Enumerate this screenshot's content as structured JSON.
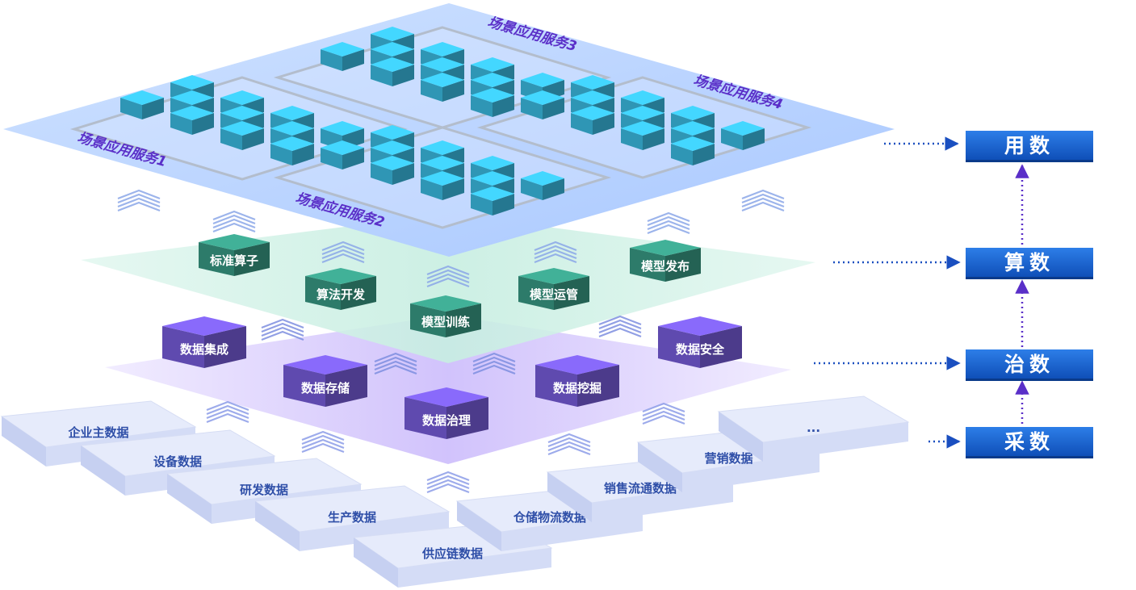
{
  "services": [
    {
      "label": "场景应用服务1"
    },
    {
      "label": "场景应用服务2"
    },
    {
      "label": "场景应用服务3"
    },
    {
      "label": "场景应用服务4"
    }
  ],
  "algorithm_layer": {
    "items": [
      "标准算子",
      "算法开发",
      "模型训练",
      "模型运管",
      "模型发布"
    ]
  },
  "governance_layer": {
    "items": [
      "数据集成",
      "数据存储",
      "数据治理",
      "数据挖掘",
      "数据安全"
    ]
  },
  "sources": {
    "items": [
      "企业主数据",
      "设备数据",
      "研发数据",
      "生产数据",
      "供应链数据",
      "仓储物流数据",
      "销售流通数据",
      "营销数据",
      "..."
    ]
  },
  "flow": {
    "steps": [
      "用数",
      "算数",
      "治数",
      "采数"
    ]
  },
  "colors": {
    "accent_blue": "#1a5fd0",
    "purple": "#5a2fc8",
    "cube_cyan": "#3cc0e8",
    "cube_teal": "#3a9e88",
    "cube_purple": "#7a5fe0"
  }
}
